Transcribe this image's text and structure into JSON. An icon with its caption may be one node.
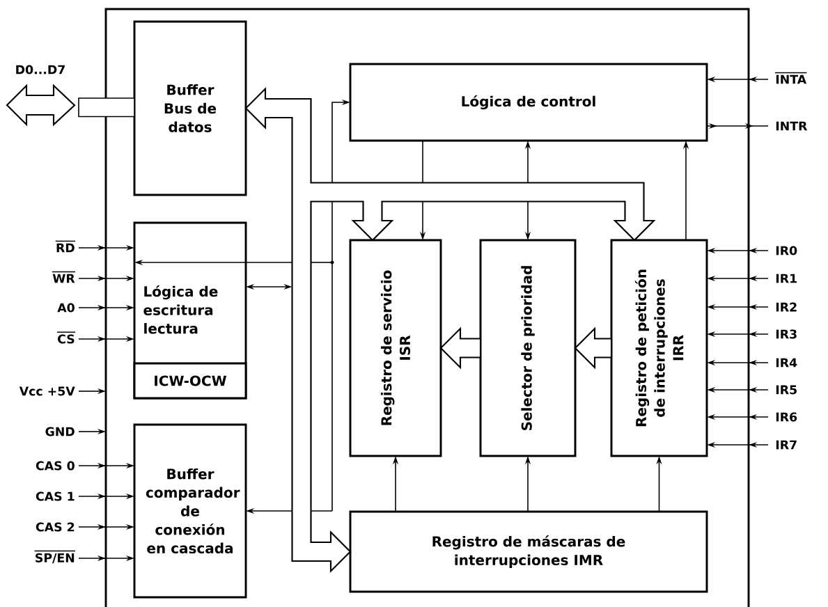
{
  "diagram": {
    "nodes": [
      {
        "text": [],
        "shape": "box"
      },
      {
        "text": [
          "Buffer Bus de datos"
        ],
        "in": 0
      },
      {
        "text": [
          "Lógica de control"
        ],
        "in": 0
      },
      {
        "text": [
          "Lógica de escritura lectura"
        ],
        "in": 0
      },
      {
        "text": [
          "ICW-OCW"
        ],
        "in": 3
      },
      {
        "text": [
          "Buffer comparador de conexión en cascada"
        ],
        "in": 0
      },
      {
        "text": [
          "Registro de servicio ISR"
        ],
        "in": 0
      },
      {
        "text": [
          "Selector de prioridad"
        ],
        "in": 0
      },
      {
        "text": [
          "Registro de petición de interrupciones IRR"
        ],
        "in": 0
      },
      {
        "text": [
          "Registro de máscaras de interrupciones IMR"
        ],
        "in": 0
      },
      {
        "text": [
          "RD"
        ]
      },
      {
        "text": [
          "WR"
        ]
      },
      {
        "text": [
          "A0"
        ]
      },
      {
        "text": [
          "CS"
        ]
      },
      {
        "text": [
          "Vcc +5V"
        ]
      },
      {
        "text": [
          "GND"
        ]
      },
      {
        "text": [
          "CAS 0"
        ]
      },
      {
        "text": [
          "CAS 1"
        ]
      },
      {
        "text": [
          "CAS 2"
        ]
      },
      {
        "text": [
          "SP/EN"
        ]
      },
      {
        "text": [
          "INTA"
        ]
      },
      {
        "text": [
          "INTR"
        ]
      },
      {
        "text": [
          "IR0"
        ]
      },
      {
        "text": [
          "IR1"
        ]
      },
      {
        "text": [
          "IR2"
        ]
      },
      {
        "text": [
          "IR3"
        ]
      },
      {
        "text": [
          "IR4"
        ]
      },
      {
        "text": [
          "IR5"
        ]
      },
      {
        "text": [
          "IR6"
        ]
      },
      {
        "text": [
          "IR7"
        ]
      },
      {
        "text": [],
        "shape": "bar"
      }
    ],
    "edges": [
      {
        "from": null,
        "to": 30,
        "arrow": "both",
        "style": "thick"
      },
      {
        "from": 1,
        "to": 6,
        "arrow": "both",
        "style": "thick"
      },
      {
        "from": 1,
        "to": 8,
        "arrow": "both",
        "style": "thick"
      },
      {
        "from": 1,
        "to": 9,
        "arrow": "both",
        "style": "thick"
      },
      {
        "from": null,
        "to": 2,
        "arrow": "to"
      },
      {
        "from": null,
        "to": 3,
        "arrow": "to"
      },
      {
        "from": 3,
        "to": null,
        "arrow": "both"
      },
      {
        "from": null,
        "to": 5,
        "arrow": "to"
      },
      {
        "from": 2,
        "to": 6,
        "arrow": "to"
      },
      {
        "from": 7,
        "to": 2,
        "arrow": "both"
      },
      {
        "from": 8,
        "to": 2,
        "arrow": "to"
      },
      {
        "from": 8,
        "to": 7,
        "arrow": "to",
        "style": "thick"
      },
      {
        "from": 7,
        "to": 6,
        "arrow": "to",
        "style": "thick"
      },
      {
        "from": 9,
        "to": 6,
        "arrow": "to"
      },
      {
        "from": 9,
        "to": 7,
        "arrow": "to"
      },
      {
        "from": 9,
        "to": 8,
        "arrow": "to"
      },
      {
        "from": 10,
        "to": 3,
        "arrow": "to"
      },
      {
        "from": 11,
        "to": 3,
        "arrow": "to"
      },
      {
        "from": 12,
        "to": 3,
        "arrow": "to"
      },
      {
        "from": 13,
        "to": 3,
        "arrow": "to"
      },
      {
        "from": 14,
        "to": 0,
        "arrow": "to"
      },
      {
        "from": 15,
        "to": 0,
        "arrow": "to"
      },
      {
        "from": 16,
        "to": 5,
        "arrow": "to"
      },
      {
        "from": 17,
        "to": 5,
        "arrow": "to"
      },
      {
        "from": 18,
        "to": 5,
        "arrow": "to"
      },
      {
        "from": 19,
        "to": 5,
        "arrow": "to"
      },
      {
        "from": 20,
        "to": 2,
        "arrow": "to"
      },
      {
        "from": 2,
        "to": 21,
        "arrow": "to"
      },
      {
        "from": 22,
        "to": 8,
        "arrow": "to"
      },
      {
        "from": 23,
        "to": 8,
        "arrow": "to"
      },
      {
        "from": 24,
        "to": 8,
        "arrow": "to"
      },
      {
        "from": 25,
        "to": 8,
        "arrow": "to"
      },
      {
        "from": 26,
        "to": 8,
        "arrow": "to"
      },
      {
        "from": 27,
        "to": 8,
        "arrow": "to"
      },
      {
        "from": 28,
        "to": 8,
        "arrow": "to"
      },
      {
        "from": 29,
        "to": 8,
        "arrow": "to"
      }
    ],
    "labels": [
      "D0...D7"
    ]
  }
}
